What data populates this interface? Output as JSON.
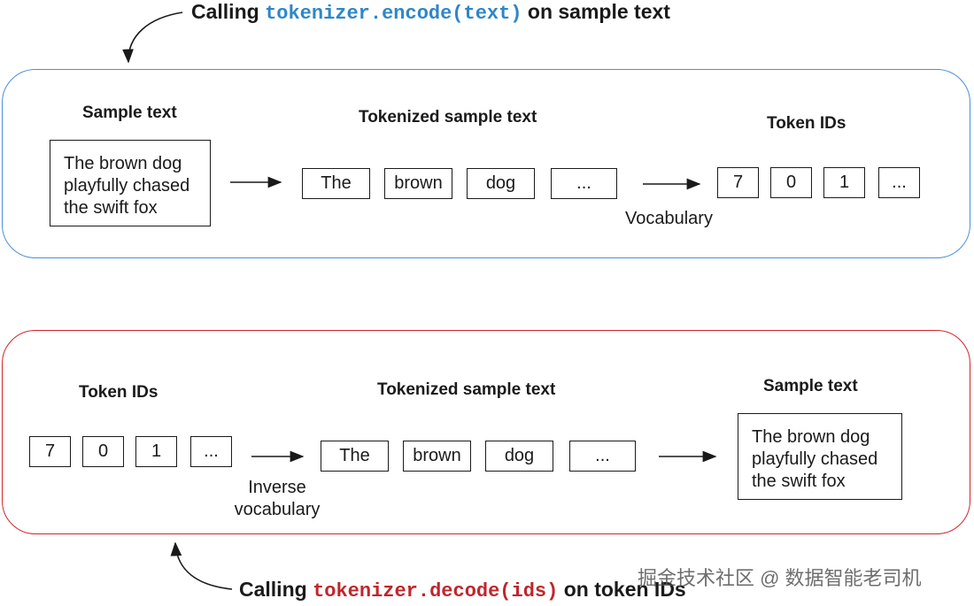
{
  "encode": {
    "callout": {
      "prefix": "Calling",
      "code": "tokenizer.encode(text)",
      "suffix": "on sample text"
    },
    "sample_text": {
      "heading": "Sample text",
      "lines": [
        "The brown dog",
        "playfully chased",
        "the swift fox"
      ]
    },
    "tokenized": {
      "heading": "Tokenized sample text",
      "tokens": [
        "The",
        "brown",
        "dog",
        "..."
      ]
    },
    "token_ids": {
      "heading": "Token IDs",
      "ids": [
        "7",
        "0",
        "1",
        "..."
      ]
    },
    "mapping_label": "Vocabulary"
  },
  "decode": {
    "callout": {
      "prefix": "Calling",
      "code": "tokenizer.decode(ids)",
      "suffix": "on token IDs"
    },
    "token_ids": {
      "heading": "Token IDs",
      "ids": [
        "7",
        "0",
        "1",
        "..."
      ]
    },
    "tokenized": {
      "heading": "Tokenized sample text",
      "tokens": [
        "The",
        "brown",
        "dog",
        "..."
      ]
    },
    "sample_text": {
      "heading": "Sample text",
      "lines": [
        "The brown dog",
        "playfully chased",
        "the swift fox"
      ]
    },
    "mapping_label": [
      "Inverse",
      "vocabulary"
    ]
  },
  "watermark": "掘金技术社区 @ 数据智能老司机",
  "colors": {
    "encode_frame": "#4a90d9",
    "decode_frame": "#d0262d",
    "encode_code": "#2e86c8",
    "decode_code": "#c0252b"
  }
}
